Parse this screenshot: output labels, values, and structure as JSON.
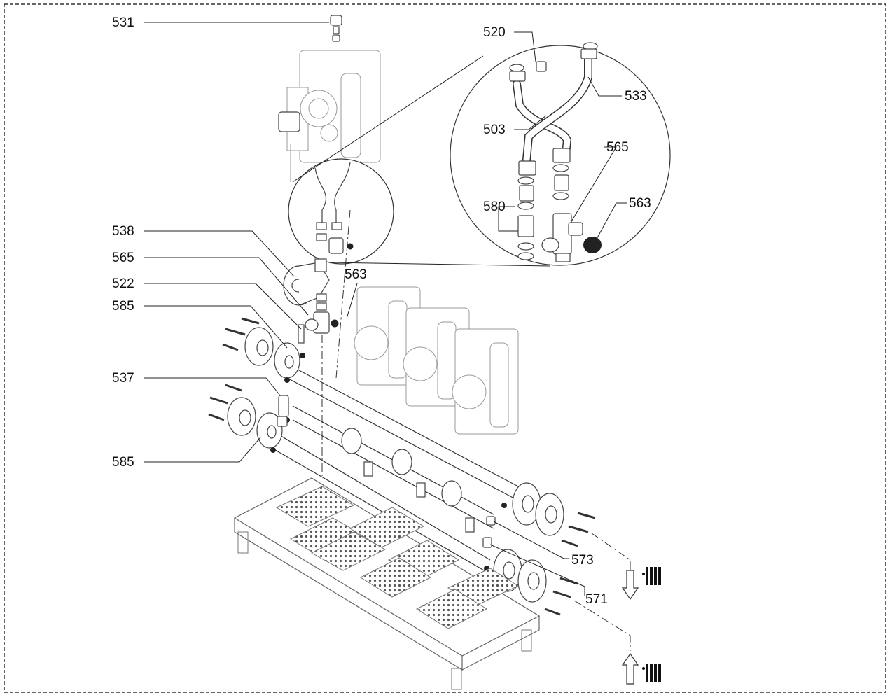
{
  "diagram": {
    "callouts": {
      "c531": "531",
      "c520": "520",
      "c533": "533",
      "c503": "503",
      "c565_detail": "565",
      "c580": "580",
      "c563_detail": "563",
      "c538": "538",
      "c565": "565",
      "c522": "522",
      "c563": "563",
      "c585_top": "585",
      "c537": "537",
      "c585_bottom": "585",
      "c573": "573",
      "c571": "571"
    },
    "flow_symbols": {
      "supply": "heating-flow-out-icon",
      "return": "heating-return-in-icon"
    },
    "colors": {
      "line": "#222222",
      "faint": "#999999",
      "frame": "#333333"
    }
  }
}
